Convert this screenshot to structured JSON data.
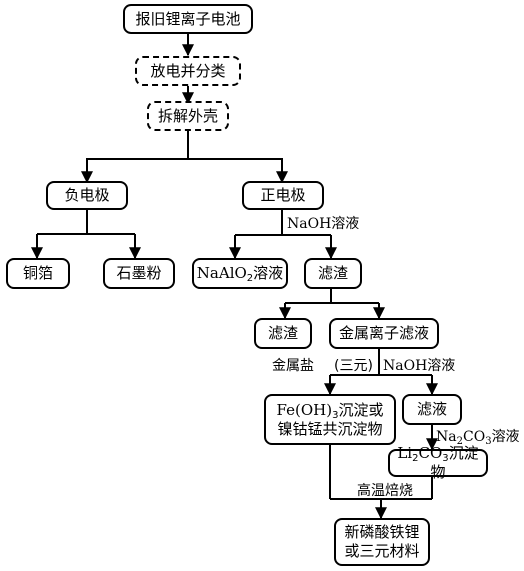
{
  "nodes": {
    "start": "报旧锂离子电池",
    "discharge": "放电并分类",
    "dismantle": "拆解外壳",
    "negative": "负电极",
    "positive": "正电极",
    "copper": "铜箔",
    "graphite": "石墨粉",
    "naalo2_a": "NaAlO",
    "naalo2_sub": "2",
    "naalo2_b": "溶液",
    "residue1": "滤渣",
    "residue2": "滤渣",
    "metal_filtrate": "金属离子滤液",
    "precip_a": "Fe(OH)",
    "precip_sub": "3",
    "precip_b": "沉淀或",
    "precip_line2": "镍钴锰共沉淀物",
    "filtrate": "滤液",
    "li2co3_a": "Li",
    "li2co3_sub1": "2",
    "li2co3_b": "CO",
    "li2co3_sub2": "3",
    "li2co3_c": "沉淀物",
    "product_line1": "新磷酸铁锂",
    "product_line2": "或三元材料"
  },
  "labels": {
    "naoh1_a": "NaOH",
    "naoh1_b": "溶液",
    "metal_salt": "金属盐",
    "ternary": "(三元)",
    "naoh2_a": "NaOH",
    "naoh2_b": "溶液",
    "na2co3_a": "Na",
    "na2co3_sub1": "2",
    "na2co3_b": "CO",
    "na2co3_sub2": "3",
    "na2co3_c": "溶液",
    "calcine": "高温焙烧"
  }
}
